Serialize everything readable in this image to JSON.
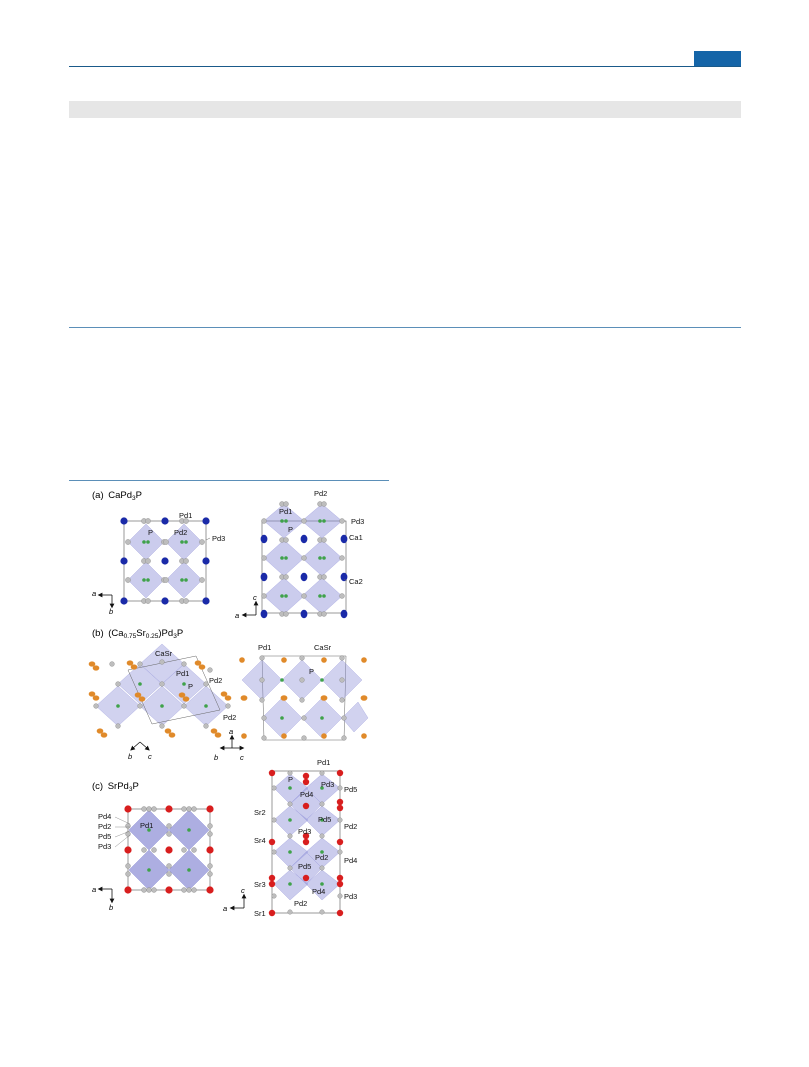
{
  "figure": {
    "panels": [
      {
        "label": "(a)",
        "compound": "CaPd",
        "sub": "3",
        "tail": "P",
        "left_labels": [
          "P",
          "Pd1",
          "Pd2",
          "Pd3"
        ],
        "right_labels": [
          "Pd2",
          "Pd1",
          "P",
          "Pd3",
          "Ca1",
          "Ca2"
        ],
        "left_axes": [
          "a",
          "b"
        ],
        "right_axes": [
          "c",
          "a"
        ]
      },
      {
        "label": "(b)",
        "compound_pre": "(Ca",
        "sub1": "0.75",
        "mid": "Sr",
        "sub2": "0.25",
        "post": ")Pd",
        "sub3": "3",
        "tail": "P",
        "left_labels": [
          "CaSr",
          "Pd1",
          "P",
          "Pd2"
        ],
        "right_labels": [
          "Pd1",
          "CaSr",
          "P",
          "Pd2"
        ],
        "left_axes": [
          "b",
          "c"
        ],
        "right_axes": [
          "a",
          "b",
          "c"
        ]
      },
      {
        "label": "(c)",
        "compound": "SrPd",
        "sub": "3",
        "tail": "P",
        "left_labels": [
          "Pd4",
          "Pd2",
          "Pd5",
          "Pd3",
          "Pd1"
        ],
        "right_labels": [
          "Pd1",
          "P",
          "Pd3",
          "Pd4",
          "Pd5",
          "Sr2",
          "Pd5",
          "Pd3",
          "Pd2",
          "Sr4",
          "Pd2",
          "Pd5",
          "Pd4",
          "Sr3",
          "Pd4",
          "Pd3",
          "Sr1",
          "Pd2"
        ],
        "left_axes": [
          "a",
          "b"
        ],
        "right_axes": [
          "c",
          "a"
        ]
      }
    ],
    "colors": {
      "polyhedra": "#8c8ed8",
      "pd": "#a8a8a8",
      "p": "#3fa24a",
      "ca": "#1a2aa8",
      "casr": "#e08a2a",
      "sr": "#d81e1e",
      "rule": "#1a5a8a",
      "badge": "#1565a8"
    }
  }
}
